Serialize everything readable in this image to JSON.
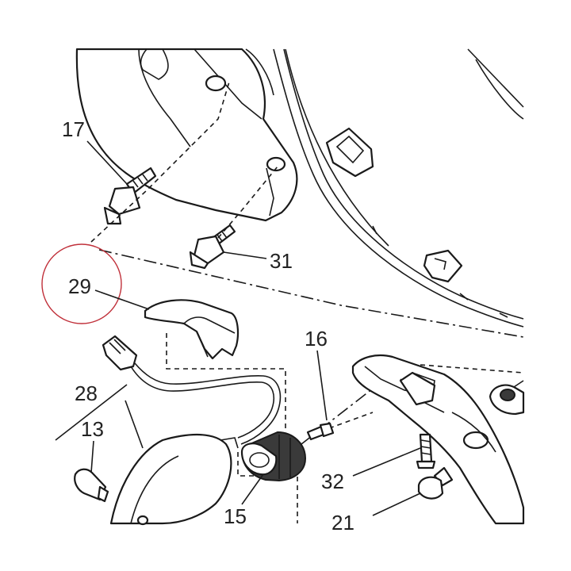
{
  "labels": {
    "p17": "17",
    "p31": "31",
    "p29": "29",
    "p16": "16",
    "p28": "28",
    "p13": "13",
    "p32": "32",
    "p15": "15",
    "p21": "21"
  },
  "colors": {
    "line": "#1a1a1a",
    "highlight_circle": "#c0303a",
    "background": "#ffffff"
  }
}
